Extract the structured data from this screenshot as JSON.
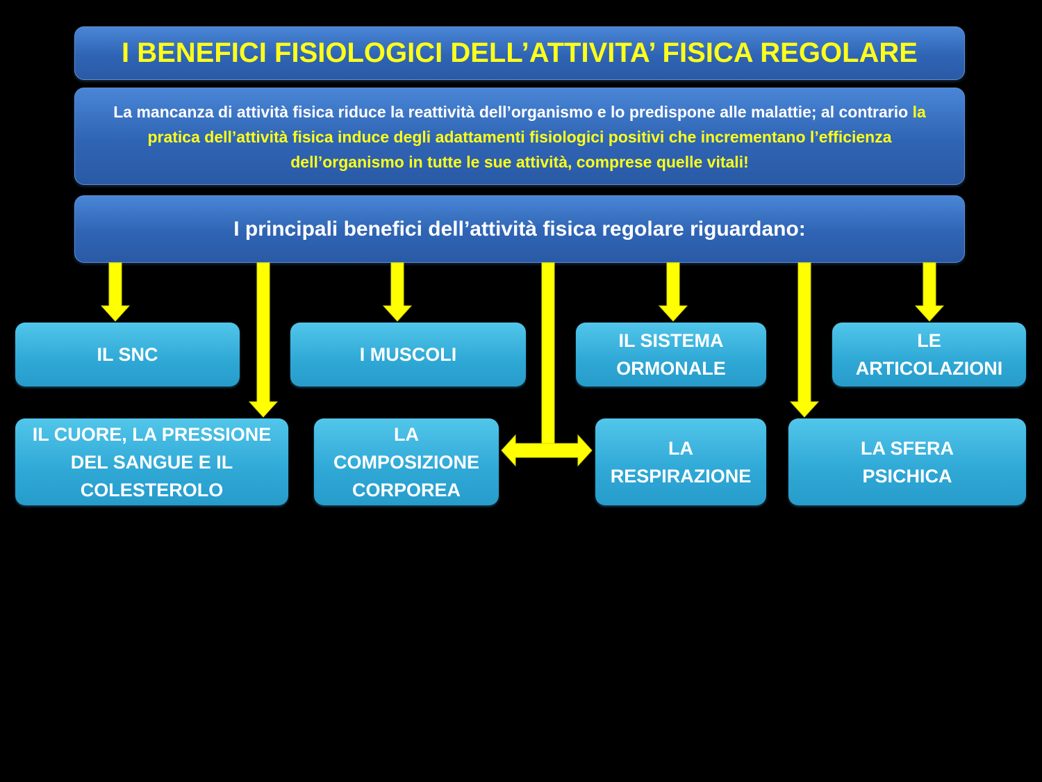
{
  "title": "I BENEFICI FISIOLOGICI DELL’ATTIVITA’ FISICA REGOLARE",
  "intro": {
    "part1": "La mancanza di attività fisica riduce la reattività dell’organismo e lo predispone alle malattie; al contrario ",
    "highlight": "la pratica dell’attività fisica induce degli adattamenti fisiologici positivi che incrementano l’efficienza dell’organismo in tutte le sue attività, comprese quelle vitali!"
  },
  "subtitle": "I principali benefici dell’attività fisica regolare riguardano:",
  "benefits": {
    "snc": "IL SNC",
    "muscoli": "I MUSCOLI",
    "ormonale": "IL SISTEMA ORMONALE",
    "articolazioni": "LE ARTICOLAZIONI",
    "cuore": "IL CUORE, LA PRESSIONE DEL SANGUE E IL COLESTEROLO",
    "composizione": "LA COMPOSIZIONE CORPOREA",
    "respirazione": "LA RESPIRAZIONE",
    "psichica": "LA SFERA PSICHICA"
  },
  "colors": {
    "arrow": "#ffff00",
    "title_text": "#ffff1a",
    "header_blue": "#3a72c4",
    "box_cyan": "#34b0dc"
  }
}
